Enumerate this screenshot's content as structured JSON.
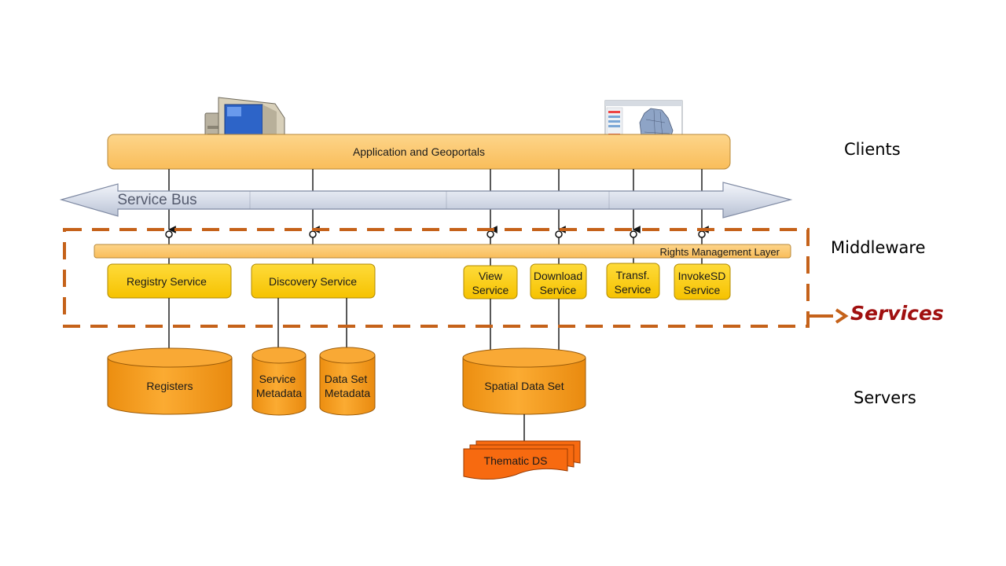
{
  "diagram": {
    "client_bar": "Application and Geoportals",
    "service_bus": "Service Bus",
    "rights_layer": "Rights Management Layer",
    "services": [
      {
        "lines": [
          "Registry Service"
        ]
      },
      {
        "lines": [
          "Discovery Service"
        ]
      },
      {
        "lines": [
          "View",
          "Service"
        ]
      },
      {
        "lines": [
          "Download",
          "Service"
        ]
      },
      {
        "lines": [
          "Transf.",
          "Service"
        ]
      },
      {
        "lines": [
          "InvokeSD",
          "Service"
        ]
      }
    ],
    "databases": [
      {
        "lines": [
          "Registers"
        ]
      },
      {
        "lines": [
          "Service",
          "Metadata"
        ]
      },
      {
        "lines": [
          "Data Set",
          "Metadata"
        ]
      },
      {
        "lines": [
          "Spatial Data Set"
        ]
      }
    ],
    "thematic": "Thematic DS"
  },
  "tiers": {
    "clients": "Clients",
    "middleware": "Middleware",
    "servers": "Servers"
  },
  "services_callout": "Services",
  "colors": {
    "client_bar": "#fcc86c",
    "service_box": "#fccc00",
    "database": "#f7a220",
    "thematic": "#f76a10",
    "dashed_outline": "#c5621a",
    "services_text": "#a01010",
    "bus": "#dde3ef"
  },
  "icons": [
    "desktop-computer-icon",
    "map-screenshot-icon"
  ]
}
